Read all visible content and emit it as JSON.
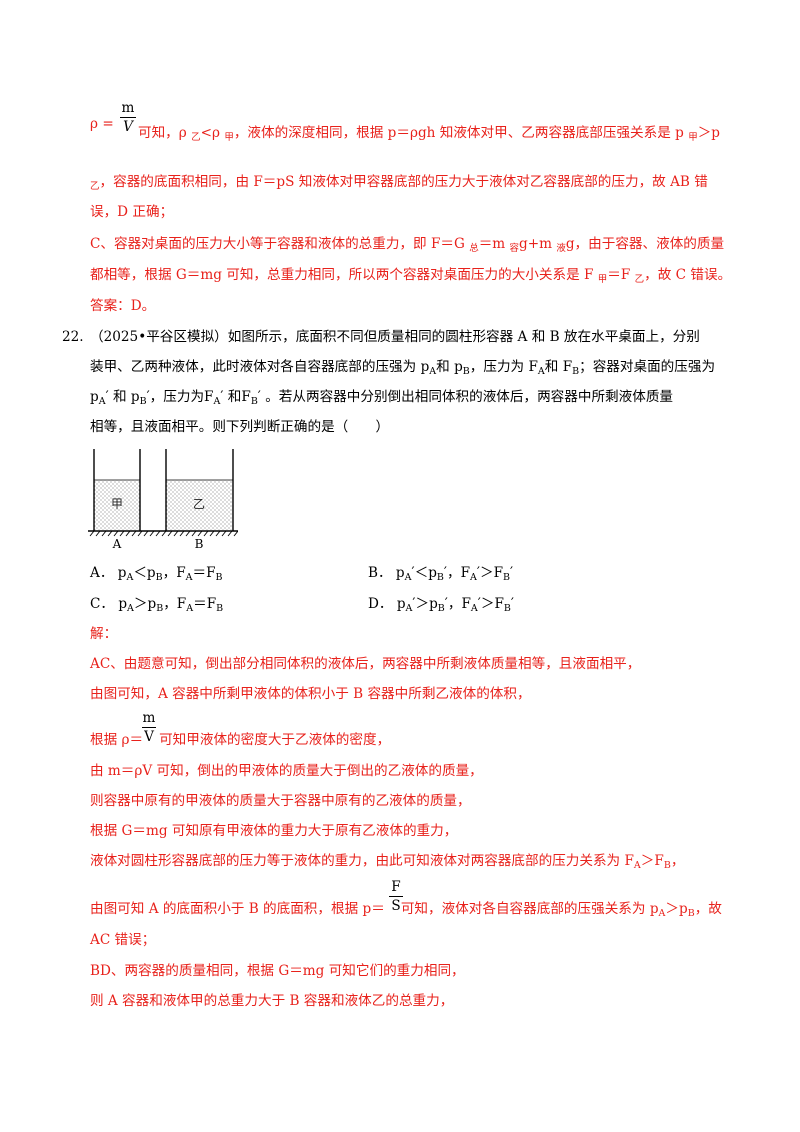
{
  "prev_solution": {
    "frac_rho": {
      "lhs": "ρ =",
      "num": "m",
      "den": "V"
    },
    "l1_a": "可知，ρ ",
    "l1_sub1": "乙",
    "l1_b": "<ρ ",
    "l1_sub2": "甲",
    "l1_c": "，液体的深度相同，根据 p＝ρgh 知液体对甲、乙两容器底部压强关系是 p ",
    "l1_sub3": "甲",
    "l1_d": "＞p",
    "l2_sub": "乙",
    "l2_text": "，容器的底面积相同，由 F＝pS 知液体对甲容器底部的压力大于液体对乙容器底部的压力，故 AB 错",
    "l3": "误，D 正确；",
    "l4_a": "C、容器对桌面的压力大小等于容器和液体的总重力，即 F＝G ",
    "l4_sub1": "总",
    "l4_b": "＝m ",
    "l4_sub2": "容",
    "l4_c": "g+m ",
    "l4_sub3": "液",
    "l4_d": "g，由于容器、液体的质量",
    "l5_a": "都相等，根据 G＝mg 可知，总重力相同，所以两个容器对桌面压力的大小关系是 F ",
    "l5_sub1": "甲",
    "l5_b": "＝F ",
    "l5_sub2": "乙",
    "l5_c": "，故 C 错误。",
    "l6": "答案：D。"
  },
  "question": {
    "number": "22.",
    "l1": "（2025•平谷区模拟）如图所示，底面积不同但质量相同的圆柱形容器 A 和 B 放在水平桌面上，分别",
    "l2_a": "装甲、乙两种液体，此时液体对各自容器底部的压强为 p",
    "l2_b": "和 p",
    "l2_c": "，压力为 F",
    "l2_d": "和 F",
    "l2_e": "；容器对桌面的压强为",
    "l3_a": "p",
    "l3_b": "′ 和 p",
    "l3_c": "′，压力为F",
    "l3_d": "′ 和F",
    "l3_e": "′ 。若从两容器中分别倒出相同体积的液体后，两容器中所剩液体质量",
    "l4": "相等，且液面相平。则下列判断正确的是（　　）",
    "sub_a": "A",
    "sub_b": "B"
  },
  "figure": {
    "label_jia": "甲",
    "label_yi": "乙",
    "label_a": "A",
    "label_b": "B"
  },
  "options": {
    "a_label": "A．",
    "a_text": "p<p，F=F",
    "b_label": "B．",
    "c_label": "C．",
    "d_label": "D．",
    "sym_p": "p",
    "sym_f": "F",
    "lt": "＜",
    "gt": "＞",
    "eq": "＝",
    "comma": "，",
    "prime": "′",
    "sub_a": "A",
    "sub_b": "B"
  },
  "solution": {
    "jie": "解：",
    "s1": "AC、由题意可知，倒出部分相同体积的液体后，两容器中所剩液体质量相等，且液面相平，",
    "s2": "由图可知，A 容器中所剩甲液体的体积小于 B 容器中所剩乙液体的体积，",
    "s3_a": "根据 ρ＝",
    "s3_num": "m",
    "s3_den": "V",
    "s3_b": "可知甲液体的密度大于乙液体的密度，",
    "s4": "由 m＝ρV 可知，倒出的甲液体的质量大于倒出的乙液体的质量，",
    "s5": "则容器中原有的甲液体的质量大于容器中原有的乙液体的质量，",
    "s6": "根据 G＝mg 可知原有甲液体的重力大于原有乙液体的重力，",
    "s7_a": "液体对圆柱形容器底部的压力等于液体的重力，由此可知液体对两容器底部的压力关系为 F",
    "s7_b": "＞F",
    "s7_c": "，",
    "s8_a": "由图可知 A 的底面积小于 B 的底面积，根据 p＝",
    "s8_num": "F",
    "s8_den": "S",
    "s8_b": "可知，液体对各自容器底部的压强关系为 p",
    "s8_c": "＞p",
    "s8_d": "，故",
    "s9": "AC 错误；",
    "s10": "BD、两容器的质量相同，根据 G＝mg 可知它们的重力相同，",
    "s11": "则 A 容器和液体甲的总重力大于 B 容器和液体乙的总重力，"
  }
}
